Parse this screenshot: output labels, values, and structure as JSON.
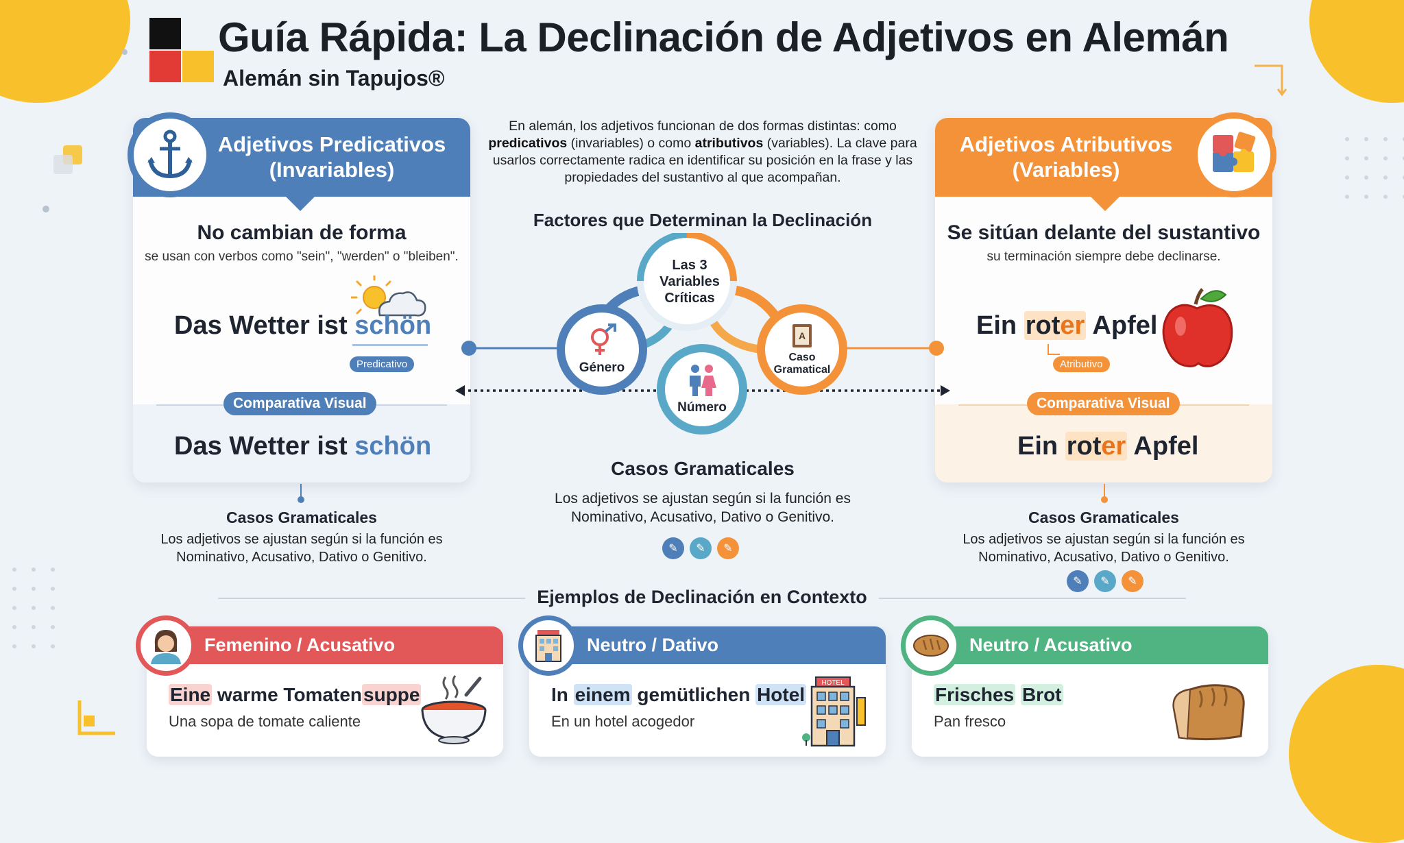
{
  "header": {
    "title": "Guía Rápida: La Declinación de Adjetivos en Alemán",
    "subtitle": "Alemán sin Tapujos®"
  },
  "colors": {
    "blue": "#4f7fb8",
    "orange": "#f4923a",
    "red": "#e25757",
    "teal": "#5aa8c8",
    "green": "#4fb382",
    "yellow": "#f8c12c"
  },
  "left_card": {
    "title_line1": "Adjetivos Predicativos",
    "title_line2": "(Invariables)",
    "icon": "anchor-icon",
    "headline": "No cambian de forma",
    "description": "se usan con verbos como \"sein\", \"werden\" o \"bleiben\".",
    "example_prefix": "Das Wetter ist ",
    "example_adj": "schön",
    "tag": "Predicativo",
    "compare_label": "Comparativa Visual",
    "compare_prefix": "Das Wetter ist ",
    "compare_adj": "schön",
    "casos_title": "Casos Gramaticales",
    "casos_text": "Los adjetivos se ajustan según si la función es Nominativo, Acusativo, Dativo o Genitivo."
  },
  "right_card": {
    "title_line1": "Adjetivos Atributivos",
    "title_line2": "(Variables)",
    "icon": "puzzle-icon",
    "headline": "Se sitúan delante del sustantivo",
    "description": "su terminación siempre debe declinarse.",
    "example_ein": "Ein ",
    "example_stem": "rot",
    "example_ending": "er",
    "example_noun": " Apfel",
    "tag": "Atributivo",
    "compare_label": "Comparativa Visual",
    "casos_title": "Casos Gramaticales",
    "casos_text": "Los adjetivos se ajustan según si la función es Nominativo, Acusativo, Dativo o Genitivo."
  },
  "center": {
    "intro_part1": "En alemán, los adjetivos funcionan de dos formas distintas: como ",
    "intro_bold1": "predicativos",
    "intro_part2": " (invariables) o como ",
    "intro_bold2": "atributivos",
    "intro_part3": " (variables). La clave para usarlos correctamente radica en identificar su posición en la frase y las propiedades del sustantivo al que acompañan.",
    "factors_title": "Factores que Determinan la Declinación",
    "hub_line1": "Las 3",
    "hub_line2": "Variables",
    "hub_line3": "Críticas",
    "node_genero": "Género",
    "node_numero": "Número",
    "node_caso_line1": "Caso",
    "node_caso_line2": "Gramatical",
    "casos_title": "Casos Gramaticales",
    "casos_text": "Los adjetivos se ajustan según si la función es Nominativo, Acusativo, Dativo o Genitivo."
  },
  "examples": {
    "section_title": "Ejemplos de Declinación en Contexto",
    "items": [
      {
        "category": "Femenino / Acusativo",
        "icon": "woman-avatar-icon",
        "illustration": "soup-bowl-icon",
        "de_word1": "Eine",
        "de_word2": " warme Tomaten",
        "de_word3": "suppe",
        "es": "Una sopa de tomate caliente"
      },
      {
        "category": "Neutro / Dativo",
        "icon": "hotel-icon",
        "illustration": "hotel-building-icon",
        "de_word0": "In ",
        "de_word1": "einem",
        "de_word2": " gemütlichen ",
        "de_word3": "Hotel",
        "es": "En un hotel acogedor"
      },
      {
        "category": "Neutro / Acusativo",
        "icon": "bread-icon",
        "illustration": "bread-loaf-icon",
        "de_word1": "Frisches",
        "de_word2": " ",
        "de_word3": "Brot",
        "es": "Pan fresco"
      }
    ]
  }
}
